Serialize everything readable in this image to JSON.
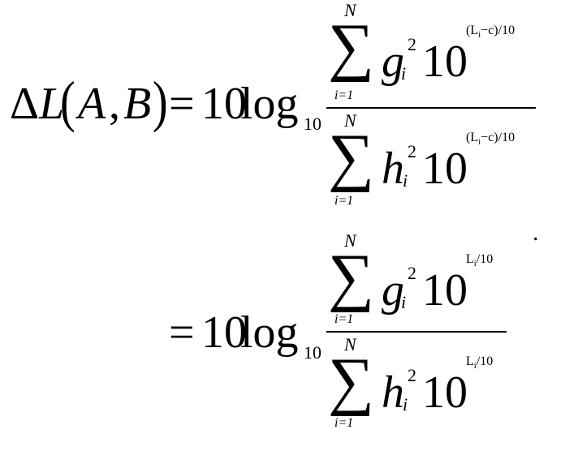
{
  "equation": {
    "lhs": {
      "delta": "Δ",
      "L": "L",
      "open_paren": "(",
      "A": "A",
      "comma": ",",
      "B": "B",
      "close_paren": ")"
    },
    "equals": "=",
    "ten": "10",
    "log": "log",
    "log_base": "10",
    "sum_symbol": "∑",
    "sum_upper": "N",
    "sum_lower": "i=1",
    "g": "g",
    "h": "h",
    "index": "i",
    "square": "2",
    "base": "10",
    "exp_line1": "(L",
    "exp_line1_sub": "i",
    "exp_line1_tail": "−c)/10",
    "exp_line2": "L",
    "exp_line2_sub": "i",
    "exp_line2_tail": "/10",
    "trailing_dot": "."
  }
}
